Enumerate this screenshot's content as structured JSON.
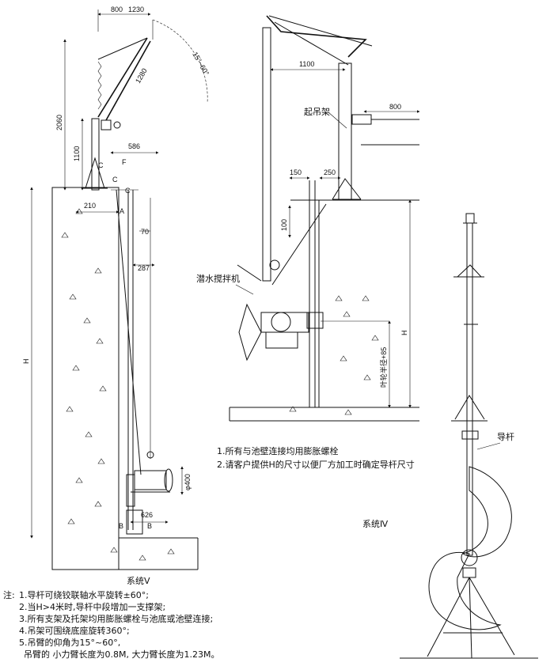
{
  "fig_left": {
    "caption": "系统Ⅴ",
    "dims": {
      "d800": "800",
      "d1230": "1230",
      "angle": "15°~60°",
      "d1280": "1280",
      "d2060": "2060",
      "d1100": "1100",
      "d586": "586",
      "d210": "210",
      "d70": "70",
      "d287": "287",
      "H": "H",
      "phi400": "φ400",
      "d626": "626"
    },
    "letters": {
      "C": "C",
      "F": "F",
      "A": "A",
      "B": "B"
    }
  },
  "fig_mid": {
    "dims": {
      "d1100": "1100",
      "d800": "800",
      "d150": "150",
      "d250": "250",
      "d100": "100",
      "H": "H",
      "impeller": "叶轮半径+85"
    },
    "labels": {
      "crane": "起吊架",
      "mixer": "潜水搅拌机"
    },
    "notes": [
      "1.所有与池壁连接均用膨胀螺栓",
      "2.请客户提供H的尺寸以便厂方加工时确定导杆尺寸"
    ],
    "caption": "系统Ⅳ"
  },
  "fig_right": {
    "labels": {
      "guide_rod": "导杆"
    }
  },
  "footnotes": {
    "lead": "注:",
    "lines": [
      "1.导杆可绕铰联轴水平旋转±60°;",
      "2.当H>4米时,导杆中段增加一支撑架;",
      "3.所有支架及托架均用膨胀螺栓与池底或池壁连接;",
      "4.吊架可围绕底座旋转360°;",
      "5.吊臂的仰角为15°~60°,",
      "吊臂的   小力臂长度为0.8M,   大力臂长度为1.23M。"
    ]
  }
}
